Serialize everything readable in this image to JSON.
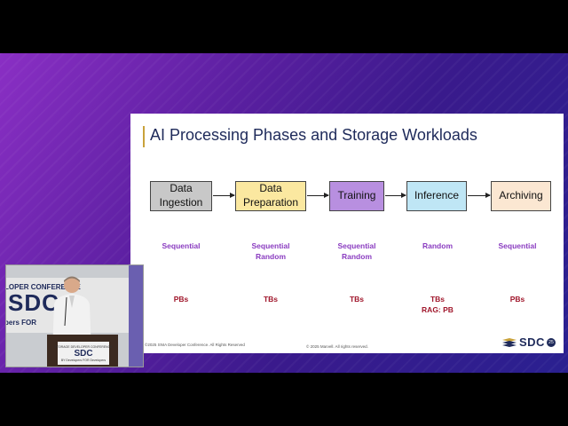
{
  "slide": {
    "title": "AI Processing Phases and Storage Workloads",
    "phases": [
      {
        "label": "Data\nIngestion",
        "color": "#c8c8c8",
        "access": "Sequential",
        "capacity": "PBs"
      },
      {
        "label": "Data\nPreparation",
        "color": "#fbe8a0",
        "access": "Sequential\nRandom",
        "capacity": "TBs"
      },
      {
        "label": "Training",
        "color": "#b88fe0",
        "access": "Sequential\nRandom",
        "capacity": "TBs"
      },
      {
        "label": "Inference",
        "color": "#bfe6f5",
        "access": "Random",
        "capacity": "TBs\nRAG: PB"
      },
      {
        "label": "Archiving",
        "color": "#fbe7d2",
        "access": "Sequential",
        "capacity": "PBs"
      }
    ],
    "footer_left": "©2025 SNIA Developer Conference. All Rights Reserved",
    "footer_mid": "© 2025 Marvell. All rights reserved.",
    "logo_text": "SDC",
    "logo_badge": "25"
  },
  "camera": {
    "banner_top": "LOPER CONFERENCE",
    "banner_big": "SDC",
    "banner_bottom": "pers FOR",
    "lectern_line1": "STORAGE DEVELOPER CONFERENCE",
    "lectern_logo": "SDC",
    "lectern_line2": "BY Developers FOR Developers"
  },
  "colors": {
    "title": "#1e2a5a",
    "access_text": "#8a3cc0",
    "capacity_text": "#a0162b",
    "accent_bar": "#c9a23b"
  }
}
